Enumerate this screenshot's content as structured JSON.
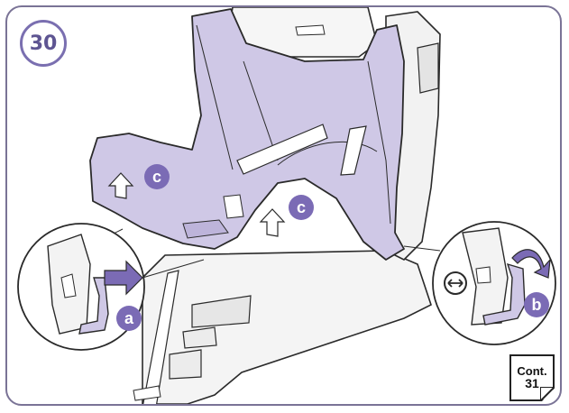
{
  "step": {
    "number": "30"
  },
  "markers": {
    "a": "a",
    "b": "b",
    "c_left": "c",
    "c_right": "c"
  },
  "continuation": {
    "line1": "Cont.",
    "line2": "31"
  },
  "colors": {
    "cover": "#cfc8e6",
    "marker": "#7b6bb5",
    "outline": "#2a2a2a",
    "badge_ring": "#7a6fb0"
  }
}
